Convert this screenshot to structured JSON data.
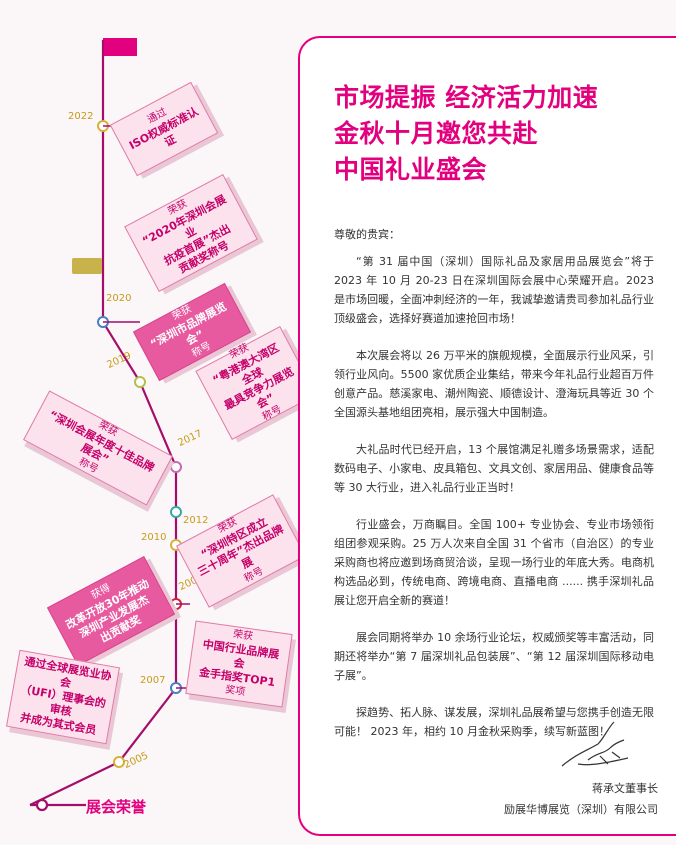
{
  "letter": {
    "headline": [
      "市场提振 经济活力加速",
      "金秋十月邀您共赴",
      "中国礼业盛会"
    ],
    "salutation": "尊敬的贵宾：",
    "paragraphs": [
      "“第 31 届中国（深圳）国际礼品及家居用品展览会”将于 2023 年 10 月 20-23 日在深圳国际会展中心荣耀开启。2023 是市场回暖，全面冲刺经济的一年，我诚挚邀请贵司参加礼品行业顶级盛会，选择好赛道加速抢回市场！",
      "本次展会将以 26 万平米的旗舰规模，全面展示行业风采，引领行业风向。5500 家优质企业集结，带来今年礼品行业超百万件创意产品。慈溪家电、潮州陶瓷、顺德设计、澄海玩具等近 30 个全国源头基地组团亮相，展示强大中国制造。",
      "大礼品时代已经开启，13 个展馆满足礼赠多场景需求，适配数码电子、小家电、皮具箱包、文具文创、家居用品、健康食品等等 30 大行业，进入礼品行业正当时！",
      "行业盛会，万商瞩目。全国 100+ 专业协会、专业市场领衔组团参观采购。25 万人次来自全国 31 个省市（自治区）的专业采购商也将应邀到场商贸洽谈，呈现一场行业的年底大秀。电商机构选品必到，传统电商、跨境电商、直播电商 ...... 携手深圳礼品展让您开启全新的赛道！",
      "展会同期将举办 10 余场行业论坛，权威颁奖等丰富活动，同期还将举办“第 7 届深圳礼品包装展”、“第 12 届深圳国际移动电子展”。",
      "探趋势、拓人脉、谋发展，深圳礼品展希望与您携手创造无限可能！ 2023 年，相约 10 月金秋采购季，续写新蓝图！"
    ],
    "signature_title": "蒋承文董事长",
    "signature_company": "励展华博展览（深圳）有限公司"
  },
  "timeline": {
    "section_title": "展会荣誉",
    "years": [
      "2022",
      "2020",
      "2019",
      "2017",
      "2012",
      "2010",
      "2008",
      "2007",
      "2005"
    ],
    "cards": [
      {
        "lines": [
          "通过",
          "ISO权威标准认证"
        ]
      },
      {
        "lines": [
          "荣获",
          "“2020年深圳会展业",
          "抗疫首展”杰出",
          "贡献奖称号"
        ]
      },
      {
        "lines": [
          "荣获",
          "“深圳市品牌展览会”",
          "称号"
        ]
      },
      {
        "lines": [
          "荣获",
          "“粤港澳大湾区全球",
          "最具竞争力展览会”",
          "称号"
        ]
      },
      {
        "lines": [
          "荣获",
          "“深圳会展年度十佳品牌展会”",
          "称号"
        ]
      },
      {
        "lines": [
          "荣获",
          "“深圳特区成立",
          "三十周年”杰出品牌展",
          "称号"
        ]
      },
      {
        "lines": [
          "获得",
          "改革开放30年推动",
          "深圳产业发展杰",
          "出贡献奖"
        ]
      },
      {
        "lines": [
          "荣获",
          "中国行业品牌展会",
          "金手指奖TOP1",
          "奖项"
        ]
      },
      {
        "lines": [
          "通过全球展览业协会",
          "（UFI）理事会的审核",
          "并成为其式会员"
        ]
      }
    ]
  },
  "colors": {
    "accent": "#e3007f",
    "gold": "#c79b1a",
    "card_light": "#fce2ec",
    "card_dark": "#e85aa0"
  }
}
